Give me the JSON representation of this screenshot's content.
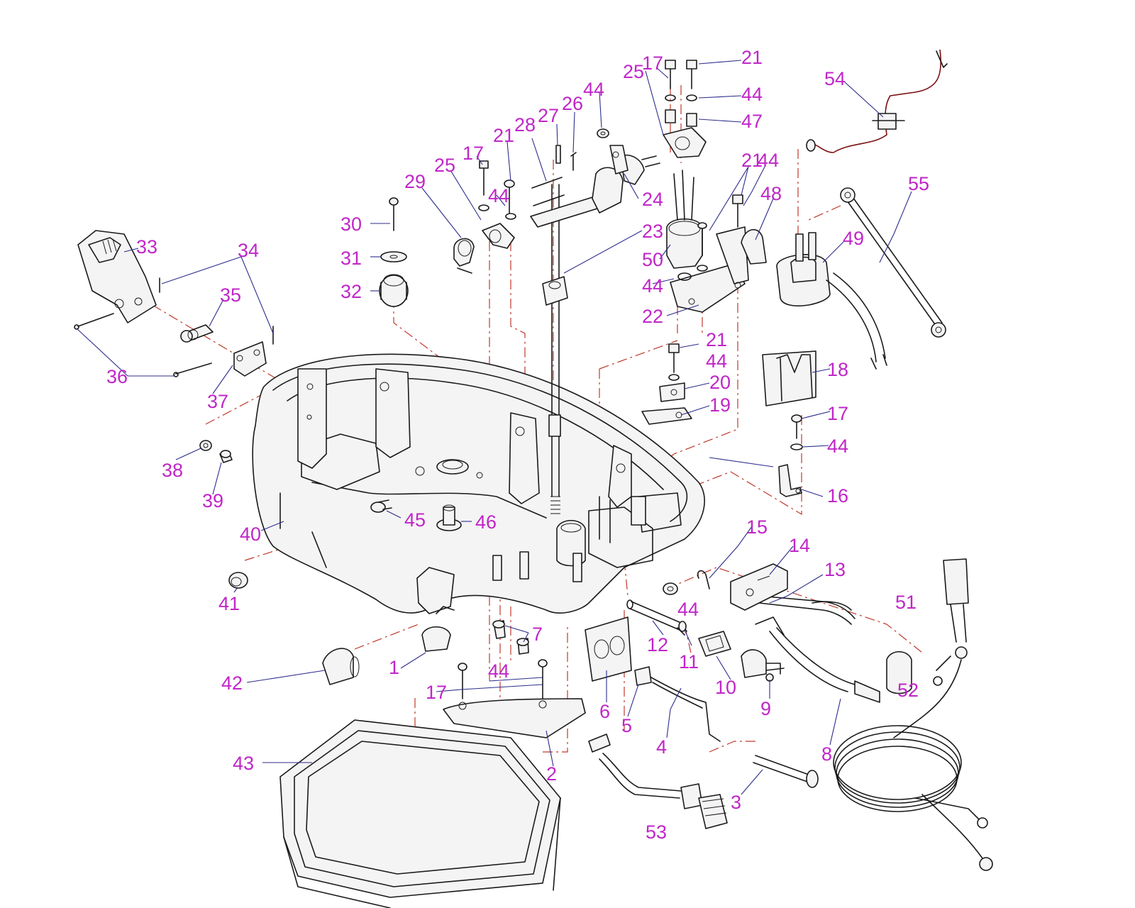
{
  "colors": {
    "callout": "#c026c8",
    "line": "#1a1a1a",
    "centerline": "#c0392b",
    "leader": "#2c2c8c"
  },
  "callouts": [
    {
      "id": "c1",
      "label": "1"
    },
    {
      "id": "c2",
      "label": "2"
    },
    {
      "id": "c3",
      "label": "3"
    },
    {
      "id": "c4",
      "label": "4"
    },
    {
      "id": "c5",
      "label": "5"
    },
    {
      "id": "c6",
      "label": "6"
    },
    {
      "id": "c7",
      "label": "7"
    },
    {
      "id": "c8",
      "label": "8"
    },
    {
      "id": "c9",
      "label": "9"
    },
    {
      "id": "c10",
      "label": "10"
    },
    {
      "id": "c11",
      "label": "11"
    },
    {
      "id": "c12",
      "label": "12"
    },
    {
      "id": "c13",
      "label": "13"
    },
    {
      "id": "c14",
      "label": "14"
    },
    {
      "id": "c15",
      "label": "15"
    },
    {
      "id": "c16",
      "label": "16"
    },
    {
      "id": "c17a",
      "label": "17"
    },
    {
      "id": "c17b",
      "label": "17"
    },
    {
      "id": "c17c",
      "label": "17"
    },
    {
      "id": "c17d",
      "label": "17"
    },
    {
      "id": "c18",
      "label": "18"
    },
    {
      "id": "c19",
      "label": "19"
    },
    {
      "id": "c20",
      "label": "20"
    },
    {
      "id": "c21a",
      "label": "21"
    },
    {
      "id": "c21b",
      "label": "21"
    },
    {
      "id": "c21c",
      "label": "21"
    },
    {
      "id": "c21d",
      "label": "21"
    },
    {
      "id": "c22",
      "label": "22"
    },
    {
      "id": "c23",
      "label": "23"
    },
    {
      "id": "c24",
      "label": "24"
    },
    {
      "id": "c25a",
      "label": "25"
    },
    {
      "id": "c25b",
      "label": "25"
    },
    {
      "id": "c26",
      "label": "26"
    },
    {
      "id": "c27",
      "label": "27"
    },
    {
      "id": "c28",
      "label": "28"
    },
    {
      "id": "c29",
      "label": "29"
    },
    {
      "id": "c30",
      "label": "30"
    },
    {
      "id": "c31",
      "label": "31"
    },
    {
      "id": "c32",
      "label": "32"
    },
    {
      "id": "c33",
      "label": "33"
    },
    {
      "id": "c34",
      "label": "34"
    },
    {
      "id": "c35",
      "label": "35"
    },
    {
      "id": "c36",
      "label": "36"
    },
    {
      "id": "c37",
      "label": "37"
    },
    {
      "id": "c38",
      "label": "38"
    },
    {
      "id": "c39",
      "label": "39"
    },
    {
      "id": "c40",
      "label": "40"
    },
    {
      "id": "c41",
      "label": "41"
    },
    {
      "id": "c42",
      "label": "42"
    },
    {
      "id": "c43",
      "label": "43"
    },
    {
      "id": "c44a",
      "label": "44"
    },
    {
      "id": "c44b",
      "label": "44"
    },
    {
      "id": "c44c",
      "label": "44"
    },
    {
      "id": "c44d",
      "label": "44"
    },
    {
      "id": "c44e",
      "label": "44"
    },
    {
      "id": "c44f",
      "label": "44"
    },
    {
      "id": "c44g",
      "label": "44"
    },
    {
      "id": "c44h",
      "label": "44"
    },
    {
      "id": "c44i",
      "label": "44"
    },
    {
      "id": "c45",
      "label": "45"
    },
    {
      "id": "c46",
      "label": "46"
    },
    {
      "id": "c47",
      "label": "47"
    },
    {
      "id": "c48",
      "label": "48"
    },
    {
      "id": "c49",
      "label": "49"
    },
    {
      "id": "c50",
      "label": "50"
    },
    {
      "id": "c51",
      "label": "51"
    },
    {
      "id": "c52",
      "label": "52"
    },
    {
      "id": "c53",
      "label": "53"
    },
    {
      "id": "c54",
      "label": "54"
    },
    {
      "id": "c55",
      "label": "55"
    }
  ]
}
